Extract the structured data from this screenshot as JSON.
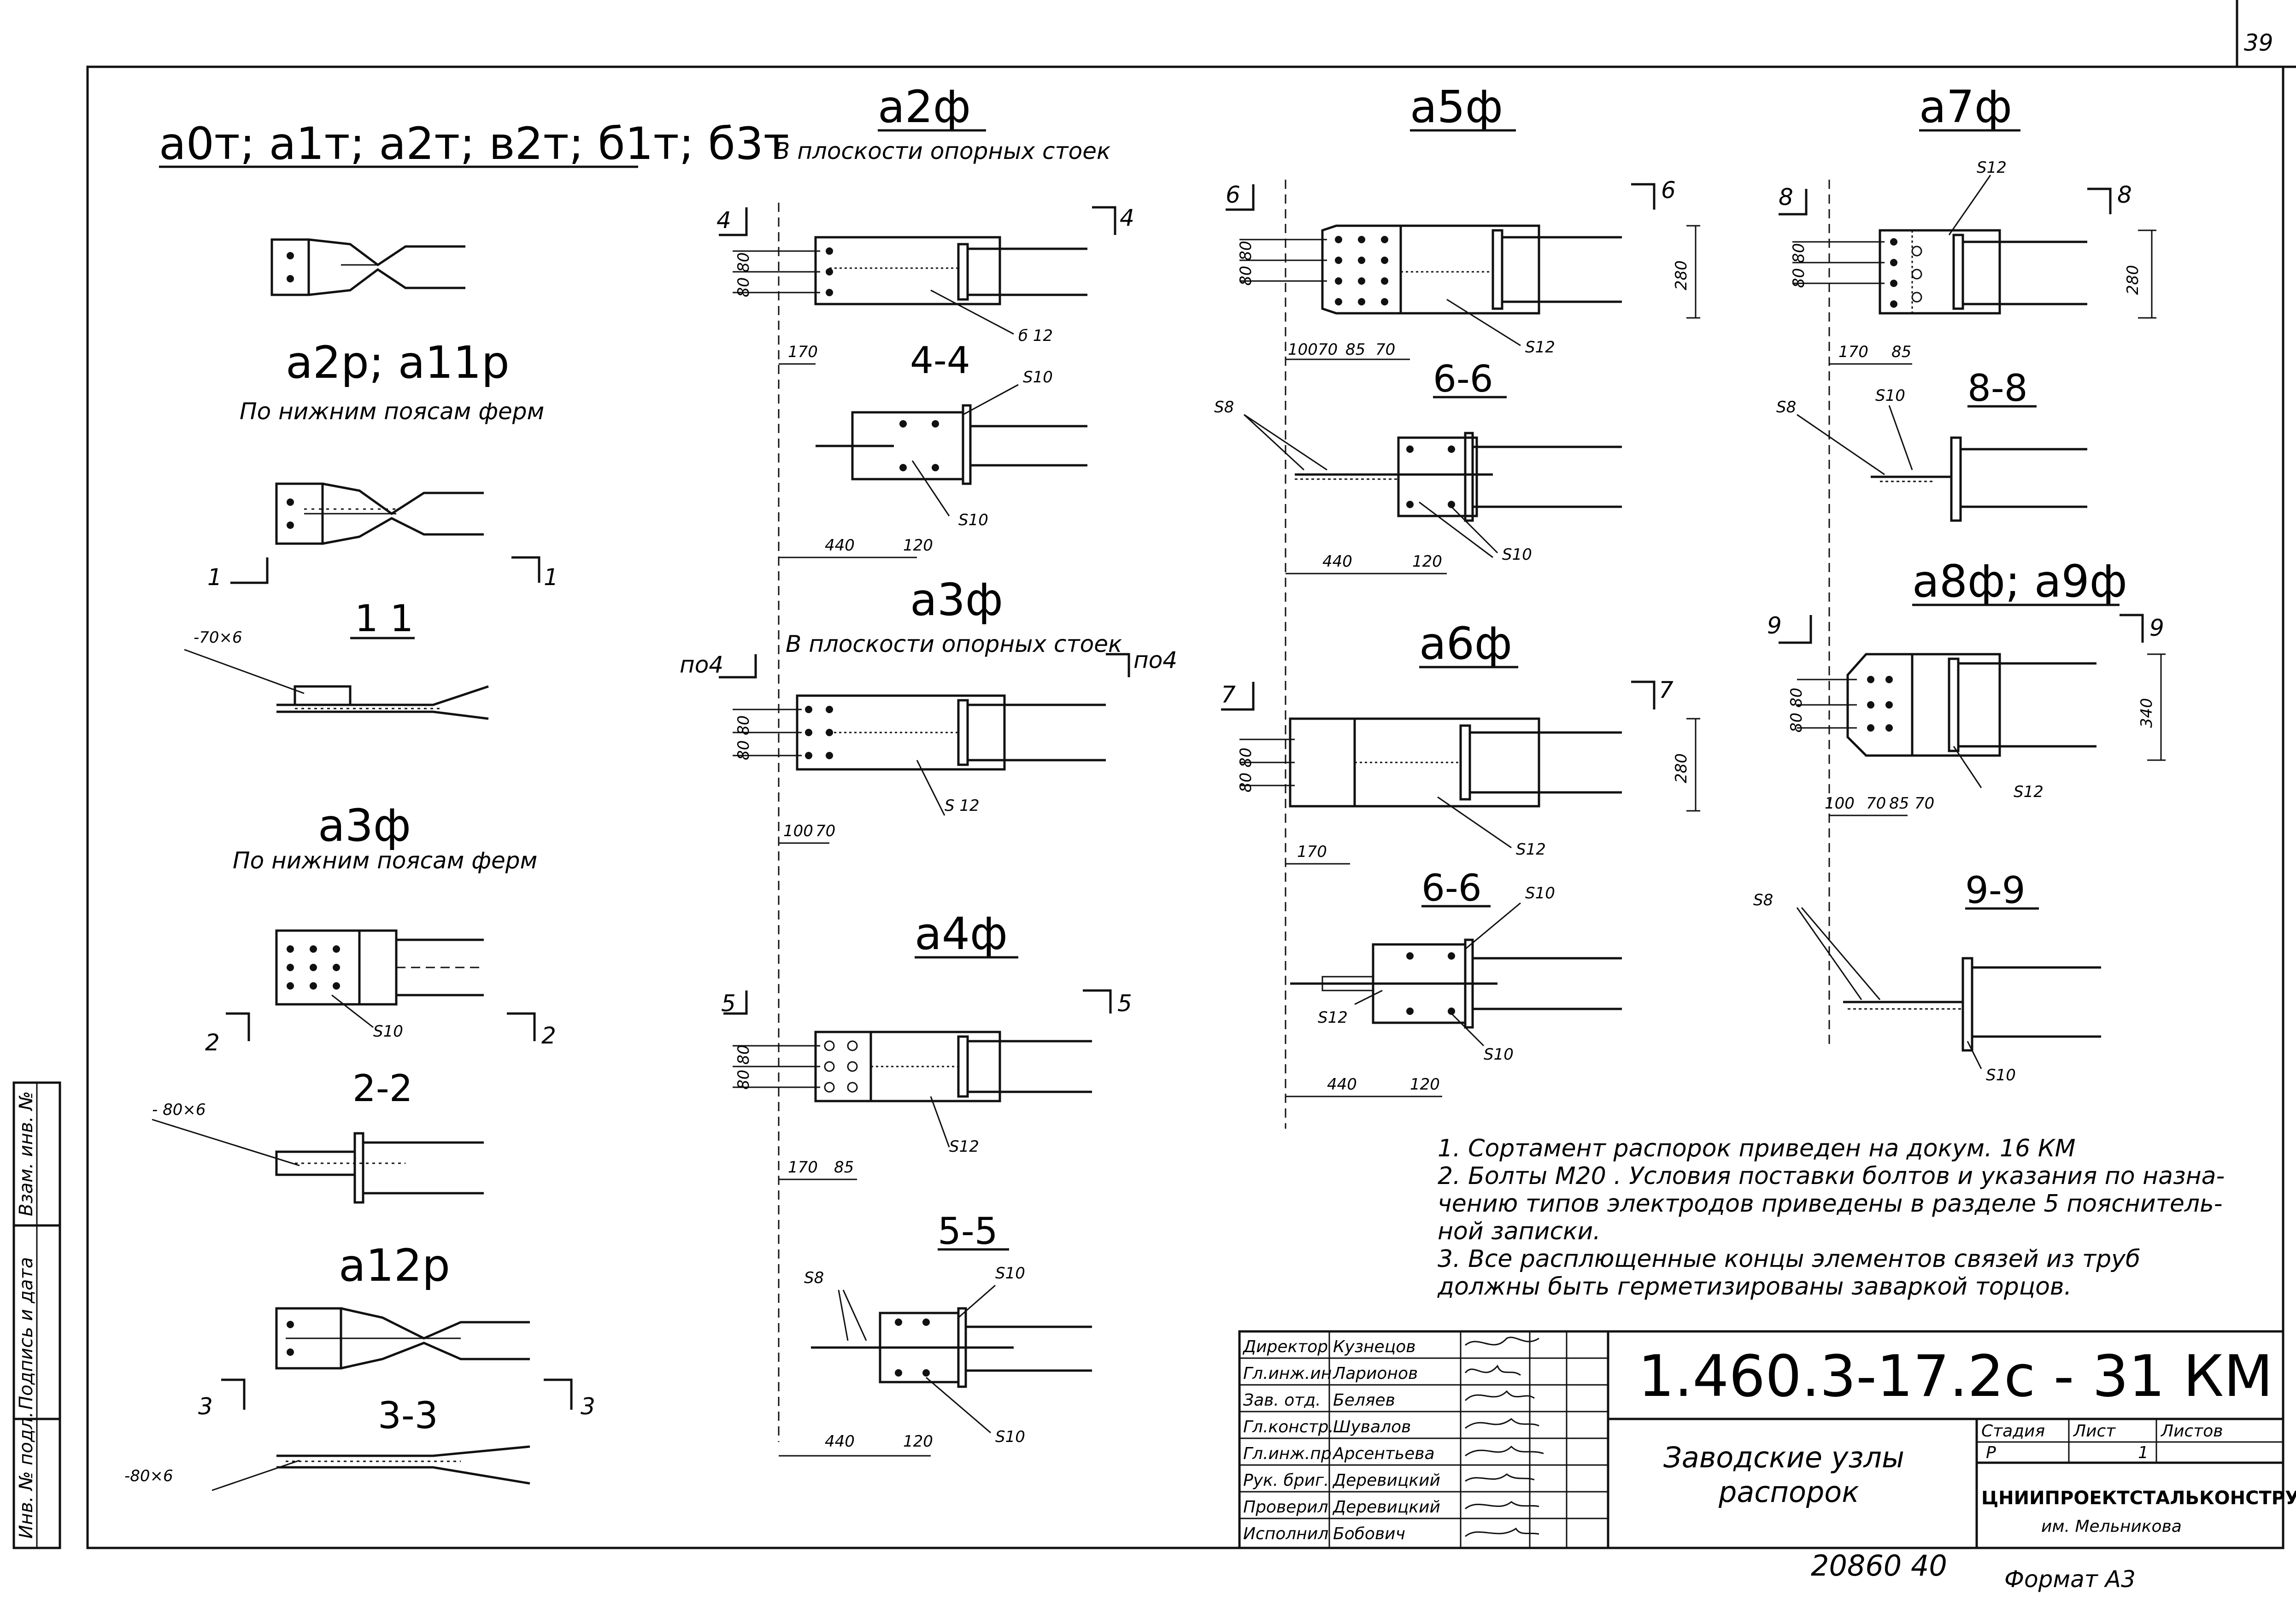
{
  "sheet": {
    "number": "39",
    "code": "1.460.3-17.2с - 31 КМ",
    "title_line1": "Заводские узлы",
    "title_line2": "распорок",
    "stage_label": "Стадия",
    "stage_value": "Р",
    "sheet_label": "Лист",
    "sheet_value": "1",
    "sheets_label": "Листов",
    "sheets_value": "",
    "org_line1": "ЦНИИПРОЕКТСТАЛЬКОНСТРУКЦИЯ",
    "org_line2": "им. Мельникова",
    "inventory": "20860 40",
    "format": "Формат А3"
  },
  "side_stamp": [
    "Инв. № подл.",
    "Подпись и дата",
    "Взам. инв. №"
  ],
  "signatures": [
    {
      "role": "Директор",
      "name": "Кузнецов"
    },
    {
      "role": "Гл.инж.ин",
      "name": "Ларионов"
    },
    {
      "role": "Зав. отд.",
      "name": "Беляев"
    },
    {
      "role": "Гл.констр.",
      "name": "Шувалов"
    },
    {
      "role": "Гл.инж.пр",
      "name": "Арсентьева"
    },
    {
      "role": "Рук. бриг.",
      "name": "Деревицкий"
    },
    {
      "role": "Проверил",
      "name": "Деревицкий"
    },
    {
      "role": "Исполнил",
      "name": "Бобович"
    }
  ],
  "column1": {
    "title1": "а0т; а1т; а2т; в2т; б1т; б3т",
    "title2": "а2р; а11р",
    "sub2": "По нижним поясам ферм",
    "sec11": "1  1",
    "dim_plate1": "-70×6",
    "title3": "а3ф",
    "sub3": "По нижним поясам ферм",
    "s10": "S10",
    "sec22": "2-2",
    "dim_plate2": "- 80×6",
    "title4": "а12р",
    "sec33": "3-3",
    "dim_plate3": "-80×6",
    "cut1": "1",
    "cut2": "2",
    "cut3": "3"
  },
  "column2": {
    "title1": "а2ф",
    "sub1": "В плоскости опорных стоек",
    "cut4": "4",
    "d8080": "80 80",
    "d170": "170",
    "d612": "б 12",
    "sec44": "4-4",
    "s10": "S10",
    "d440": "440",
    "d120": "120",
    "title2": "а3ф",
    "sub2": "В плоскости опорных стоек",
    "cutpo4": "по4",
    "d100": "100",
    "d70": "70",
    "s12": "S 12",
    "title3": "а4ф",
    "cut5": "5",
    "d85": "85",
    "s12b": "S12",
    "sec55": "5-5",
    "s8": "S8"
  },
  "column3": {
    "title1": "а5ф",
    "cut6": "6",
    "d280": "280",
    "dims_row": [
      "100",
      "70",
      "85",
      "70"
    ],
    "s12": "S12",
    "sec66": "6-6",
    "s8": "S8",
    "d440": "440",
    "d120": "120",
    "s10": "S10",
    "title2": "а6ф",
    "cut7": "7",
    "d170": "170",
    "sec66b": "6-6",
    "s12b": "S12"
  },
  "column4": {
    "title1": "а7ф",
    "s12": "S12",
    "cut8": "8",
    "d280": "280",
    "d170": "170",
    "d85": "85",
    "sec88": "8-8",
    "s8": "S8",
    "s10": "S10",
    "title2": "а8ф; а9ф",
    "cut9": "9",
    "d340": "340",
    "dims_row": [
      "100",
      "70",
      "85",
      "70"
    ],
    "sec99": "9-9"
  },
  "notes": [
    "1.  Сортамент распорок приведен на докум. 16 КМ",
    "2.  Болты М20 . Условия поставки болтов и указания по назна-",
    "     чению типов электродов приведены в разделе 5 пояснитель-",
    "     ной записки.",
    "3.  Все расплющенные концы элементов связей из труб",
    "     должны быть герметизированы заваркой торцов."
  ]
}
